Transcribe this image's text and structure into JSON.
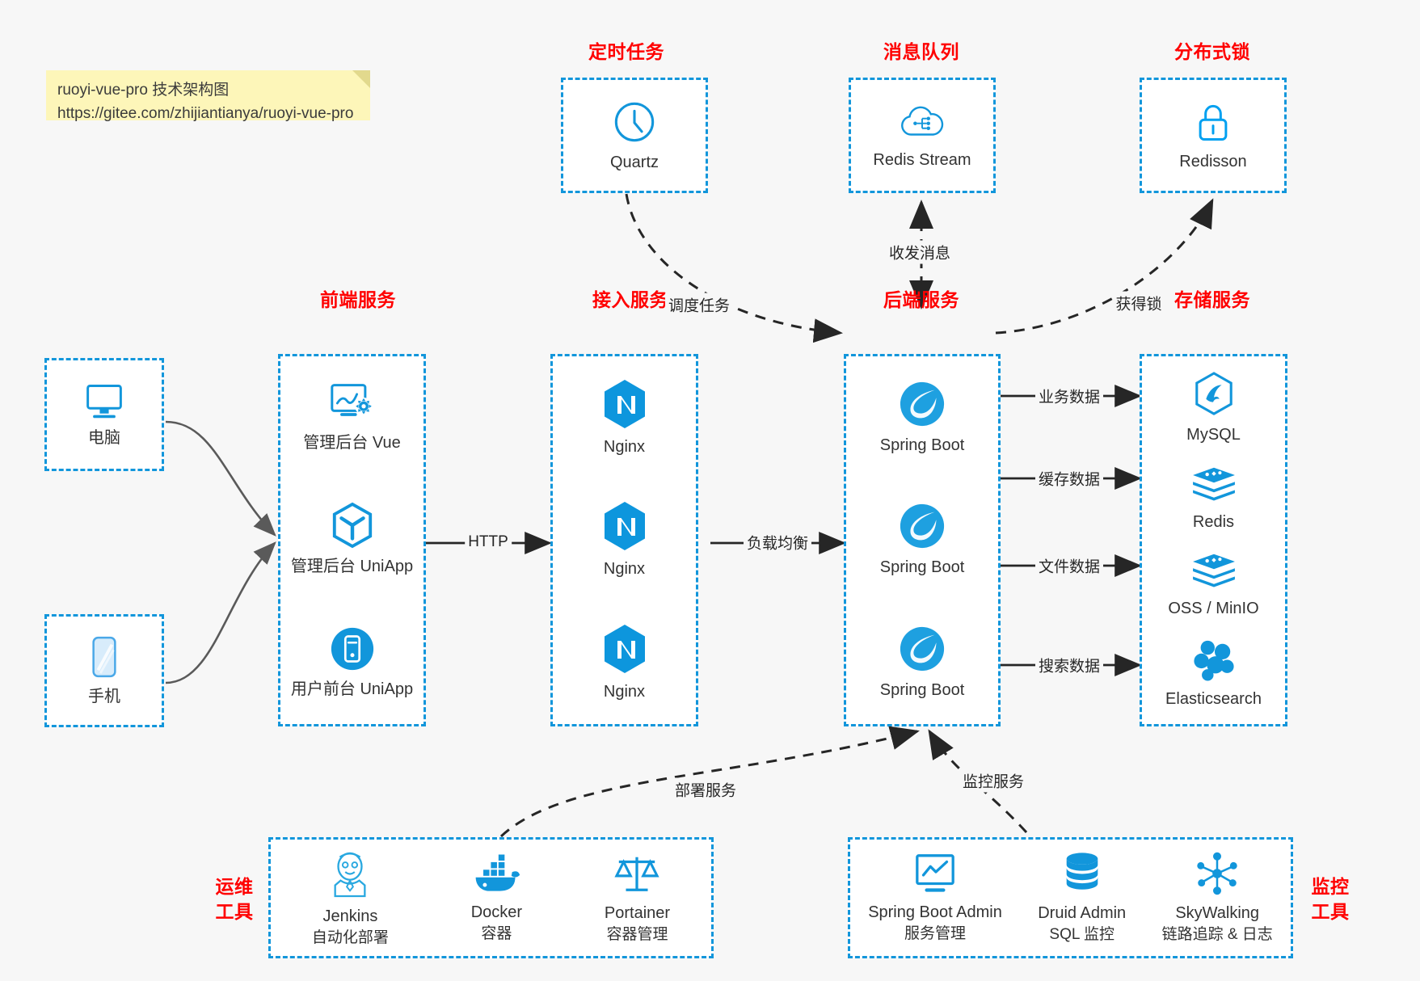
{
  "note": {
    "line1": "ruoyi-vue-pro 技术架构图",
    "line2": "https://gitee.com/zhijiantianya/ruoyi-vue-pro"
  },
  "colors": {
    "accent_blue": "#1296db",
    "group_title_red": "#ff0000",
    "note_yellow": "#fdf6b9",
    "canvas": "#f7f7f7",
    "arrow_dark": "#262626",
    "solid_arrow_gray": "#595959"
  },
  "groups": {
    "scheduled_task": {
      "title": "定时任务",
      "nodes": [
        {
          "label": "Quartz",
          "icon": "clock-icon"
        }
      ]
    },
    "message_queue": {
      "title": "消息队列",
      "nodes": [
        {
          "label": "Redis Stream",
          "icon": "cloud-stream-icon"
        }
      ]
    },
    "distributed_lock": {
      "title": "分布式锁",
      "nodes": [
        {
          "label": "Redisson",
          "icon": "lock-icon"
        }
      ]
    },
    "client_pc": {
      "title": "",
      "nodes": [
        {
          "label": "电脑",
          "icon": "desktop-monitor-icon"
        }
      ]
    },
    "client_phone": {
      "title": "",
      "nodes": [
        {
          "label": "手机",
          "icon": "mobile-phone-icon"
        }
      ]
    },
    "frontend": {
      "title": "前端服务",
      "nodes": [
        {
          "label": "管理后台 Vue",
          "icon": "dashboard-gear-icon"
        },
        {
          "label": "管理后台 UniApp",
          "icon": "hexagon-cube-icon"
        },
        {
          "label": "用户前台 UniApp",
          "icon": "app-circle-icon"
        }
      ]
    },
    "access": {
      "title": "接入服务",
      "nodes": [
        {
          "label": "Nginx",
          "icon": "nginx-icon"
        },
        {
          "label": "Nginx",
          "icon": "nginx-icon"
        },
        {
          "label": "Nginx",
          "icon": "nginx-icon"
        }
      ]
    },
    "backend": {
      "title": "后端服务",
      "nodes": [
        {
          "label": "Spring Boot",
          "icon": "spring-boot-icon"
        },
        {
          "label": "Spring Boot",
          "icon": "spring-boot-icon"
        },
        {
          "label": "Spring Boot",
          "icon": "spring-boot-icon"
        }
      ]
    },
    "storage": {
      "title": "存储服务",
      "nodes": [
        {
          "label": "MySQL",
          "icon": "mysql-dolphin-icon"
        },
        {
          "label": "Redis",
          "icon": "redis-stack-icon"
        },
        {
          "label": "OSS / MinIO",
          "icon": "oss-stack-icon"
        },
        {
          "label": "Elasticsearch",
          "icon": "elasticsearch-icon"
        }
      ]
    },
    "devops": {
      "title": "运维\n工具",
      "title_line1": "运维",
      "title_line2": "工具",
      "nodes": [
        {
          "label": "Jenkins",
          "sublabel": "自动化部署",
          "icon": "jenkins-butler-icon"
        },
        {
          "label": "Docker",
          "sublabel": "容器",
          "icon": "docker-whale-icon"
        },
        {
          "label": "Portainer",
          "sublabel": "容器管理",
          "icon": "scales-balance-icon"
        }
      ]
    },
    "monitor": {
      "title_line1": "监控",
      "title_line2": "工具",
      "nodes": [
        {
          "label": "Spring Boot Admin",
          "sublabel": "服务管理",
          "icon": "monitor-chart-icon"
        },
        {
          "label": "Druid Admin",
          "sublabel": "SQL 监控",
          "icon": "database-cylinder-icon"
        },
        {
          "label": "SkyWalking",
          "sublabel": "链路追踪 & 日志",
          "icon": "skywalking-nodes-icon"
        }
      ]
    }
  },
  "edges": [
    {
      "id": "http",
      "label": "HTTP",
      "style": "solid",
      "from": "frontend",
      "to": "access"
    },
    {
      "id": "loadbalance",
      "label": "负载均衡",
      "style": "solid",
      "from": "access",
      "to": "backend"
    },
    {
      "id": "biz-data",
      "label": "业务数据",
      "style": "solid",
      "from": "backend",
      "to": "MySQL"
    },
    {
      "id": "cache-data",
      "label": "缓存数据",
      "style": "solid",
      "from": "backend",
      "to": "Redis"
    },
    {
      "id": "file-data",
      "label": "文件数据",
      "style": "solid",
      "from": "backend",
      "to": "OSS / MinIO"
    },
    {
      "id": "search-data",
      "label": "搜索数据",
      "style": "solid",
      "from": "backend",
      "to": "Elasticsearch"
    },
    {
      "id": "schedule",
      "label": "调度任务",
      "style": "dashed",
      "from": "Quartz",
      "to": "backend"
    },
    {
      "id": "mq",
      "label": "收发消息",
      "style": "dashed",
      "from": "Redis Stream",
      "to": "backend",
      "bidirectional": true
    },
    {
      "id": "lock",
      "label": "获得锁",
      "style": "dashed",
      "from": "backend",
      "to": "Redisson"
    },
    {
      "id": "deploy",
      "label": "部署服务",
      "style": "dashed",
      "from": "devops",
      "to": "backend"
    },
    {
      "id": "monitoring",
      "label": "监控服务",
      "style": "dashed",
      "from": "monitor",
      "to": "backend"
    }
  ]
}
